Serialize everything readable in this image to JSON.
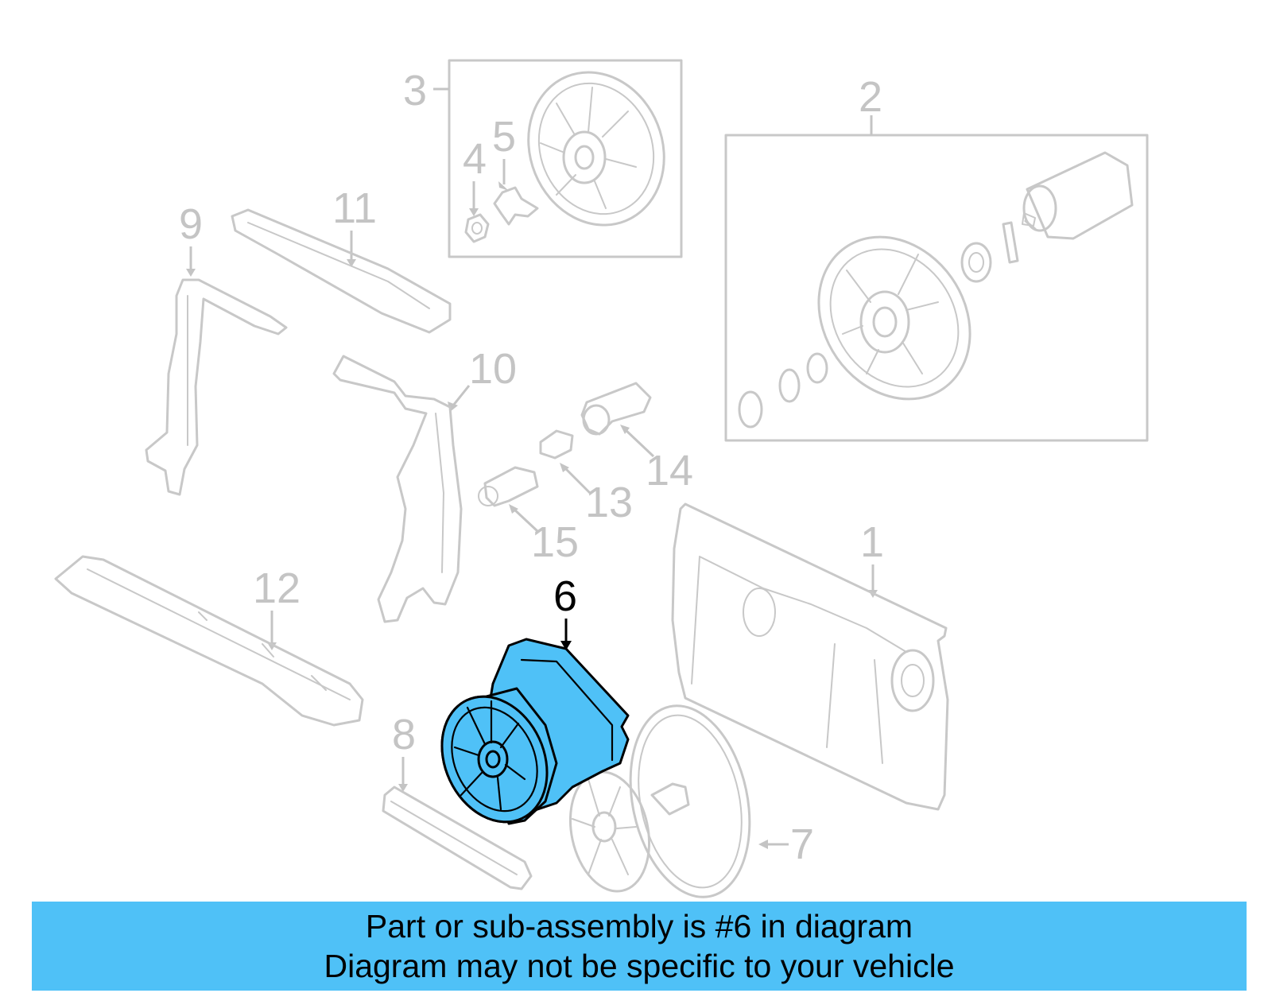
{
  "callouts": {
    "c1": "1",
    "c2": "2",
    "c3": "3",
    "c4": "4",
    "c5": "5",
    "c6": "6",
    "c7": "7",
    "c8": "8",
    "c9": "9",
    "c10": "10",
    "c11": "11",
    "c12": "12",
    "c13": "13",
    "c14": "14",
    "c15": "15"
  },
  "highlighted_part": "6",
  "colors": {
    "highlight": "#4fc1f7",
    "faint_line": "#c8c8c8",
    "banner": "#4fc1f7"
  },
  "banner": {
    "line1": "Part or sub-assembly is #6 in diagram",
    "line2": "Diagram may not be specific to your vehicle"
  }
}
